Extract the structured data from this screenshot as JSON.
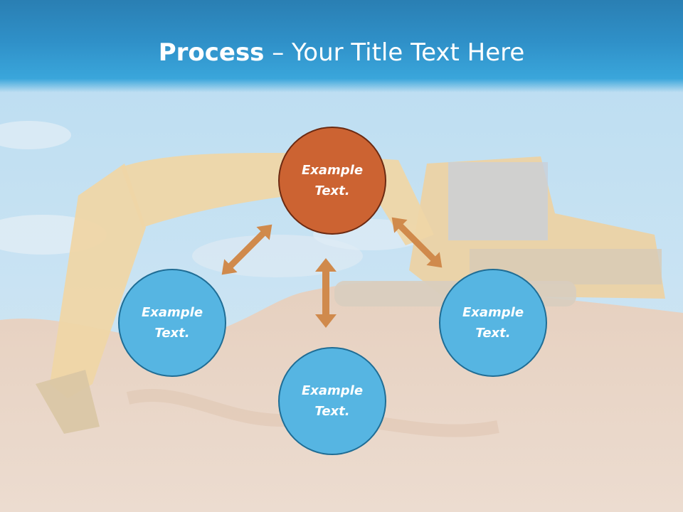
{
  "title": {
    "bold": "Process",
    "rest": " – Your Title Text Here"
  },
  "nodes": {
    "top": "Example Text.",
    "left": "Example Text.",
    "right": "Example Text.",
    "bottom": "Example Text."
  },
  "colors": {
    "header": "#2f90c8",
    "node_blue": "#56b5e2",
    "node_orange": "#cc6332",
    "arrow": "#d08a4c"
  }
}
